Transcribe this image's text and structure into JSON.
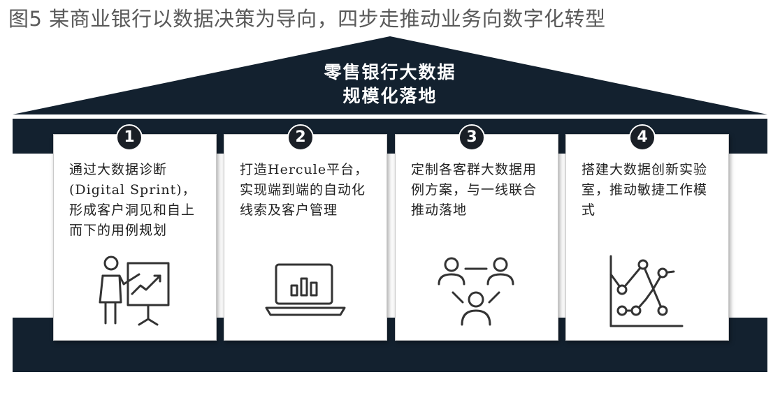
{
  "figure_title": "图5 某商业银行以数据决策为导向，四步走推动业务向数字化转型",
  "roof": {
    "line1": "零售银行大数据",
    "line2": "规模化落地"
  },
  "colors": {
    "navy": "#13212f",
    "dark": "#1a1f26",
    "icon": "#333333"
  },
  "steps": [
    {
      "number": "1",
      "text": "通过大数据诊断(Digital Sprint)，形成客户洞见和自上而下的用例规划",
      "icon": "presentation-icon"
    },
    {
      "number": "2",
      "text": "打造Hercule平台，实现端到端的自动化线索及客户管理",
      "icon": "laptop-chart-icon"
    },
    {
      "number": "3",
      "text": "定制各客群大数据用例方案，与一线联合推动落地",
      "icon": "team-network-icon"
    },
    {
      "number": "4",
      "text": "搭建大数据创新实验室，推动敏捷工作模式",
      "icon": "line-graph-icon"
    }
  ]
}
